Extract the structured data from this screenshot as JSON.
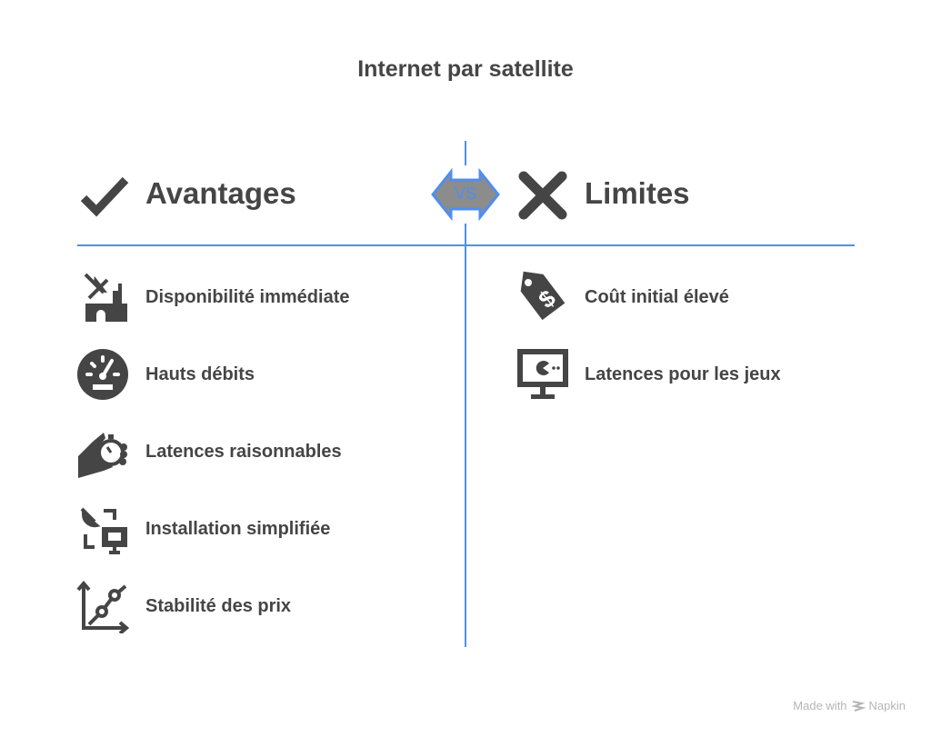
{
  "title": "Internet par satellite",
  "vs_label": "VS",
  "colors": {
    "accent": "#4f8ef0",
    "text": "#454545",
    "vs_fill": "#8c8c8c"
  },
  "left": {
    "heading": "Avantages",
    "heading_icon": "check-icon",
    "items": [
      {
        "label": "Disponibilité immédiate",
        "icon": "satellite-dish-building-icon"
      },
      {
        "label": "Hauts débits",
        "icon": "speedometer-icon"
      },
      {
        "label": "Latences raisonnables",
        "icon": "hand-stopwatch-icon"
      },
      {
        "label": "Installation simplifiée",
        "icon": "dish-to-computer-icon"
      },
      {
        "label": "Stabilité des prix",
        "icon": "line-chart-icon"
      }
    ]
  },
  "right": {
    "heading": "Limites",
    "heading_icon": "cross-icon",
    "items": [
      {
        "label": "Coût initial élevé",
        "icon": "price-tag-icon"
      },
      {
        "label": "Latences pour les jeux",
        "icon": "monitor-game-icon"
      }
    ]
  },
  "footer": {
    "label": "Made with",
    "brand": "Napkin"
  }
}
